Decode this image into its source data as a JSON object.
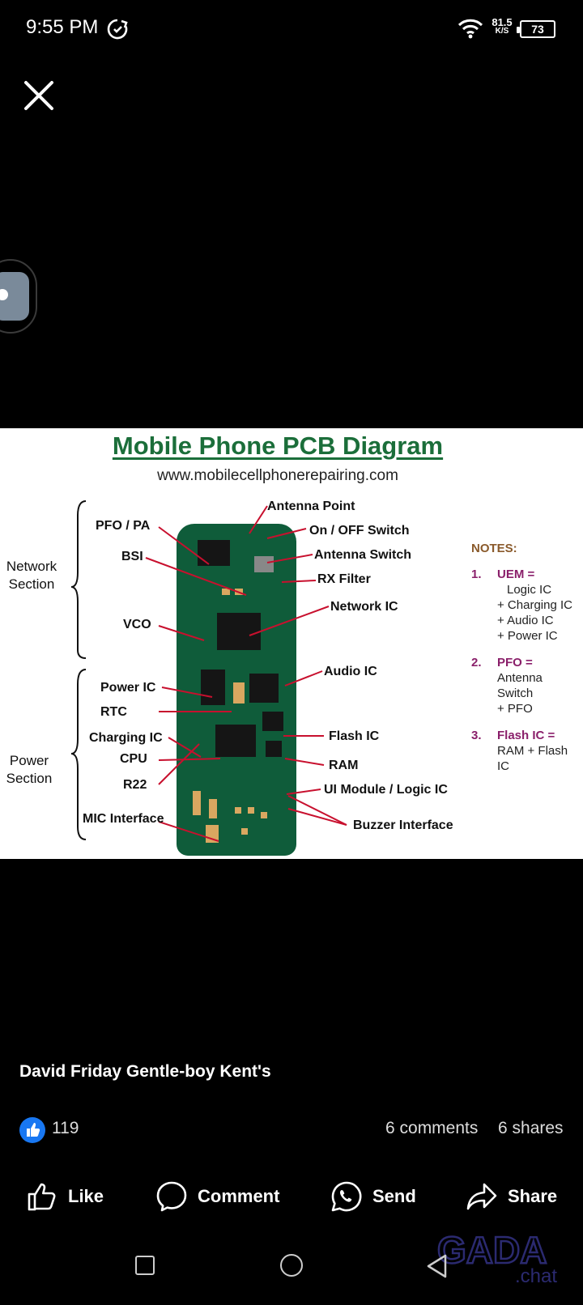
{
  "status_bar": {
    "time": "9:55 PM",
    "net_speed": "81.5",
    "net_unit": "K/S",
    "battery": "73"
  },
  "photo": {
    "title": "Mobile Phone PCB Diagram",
    "url": "www.mobilecellphonerepairing.com",
    "sections": {
      "network": "Network Section",
      "power": "Power Section"
    },
    "left_labels": [
      "PFO / PA",
      "BSI",
      "VCO",
      "Power IC",
      "RTC",
      "Charging IC",
      "CPU",
      "R22",
      "MIC Interface"
    ],
    "right_labels": [
      "Antenna Point",
      "On / OFF Switch",
      "Antenna Switch",
      "RX Filter",
      "Network IC",
      "Audio IC",
      "Flash IC",
      "RAM",
      "UI Module / Logic IC",
      "Buzzer Interface"
    ],
    "notes": {
      "heading": "NOTES:",
      "items": [
        {
          "num": "1.",
          "name": "UEM =",
          "lines": [
            "Logic IC",
            "+ Charging IC",
            "+ Audio IC",
            "+ Power IC"
          ]
        },
        {
          "num": "2.",
          "name": "PFO =",
          "lines": [
            "Antenna",
            "Switch",
            "+ PFO"
          ]
        },
        {
          "num": "3.",
          "name": "Flash IC =",
          "lines": [
            "RAM + Flash",
            "IC"
          ]
        }
      ]
    }
  },
  "post": {
    "author": "David Friday Gentle-boy Kent's",
    "reactions": "119",
    "comments": "6 comments",
    "shares": "6 shares",
    "actions": {
      "like": "Like",
      "comment": "Comment",
      "send": "Send",
      "share": "Share"
    }
  },
  "watermark": {
    "text": "GADA",
    "sub": ".chat"
  }
}
